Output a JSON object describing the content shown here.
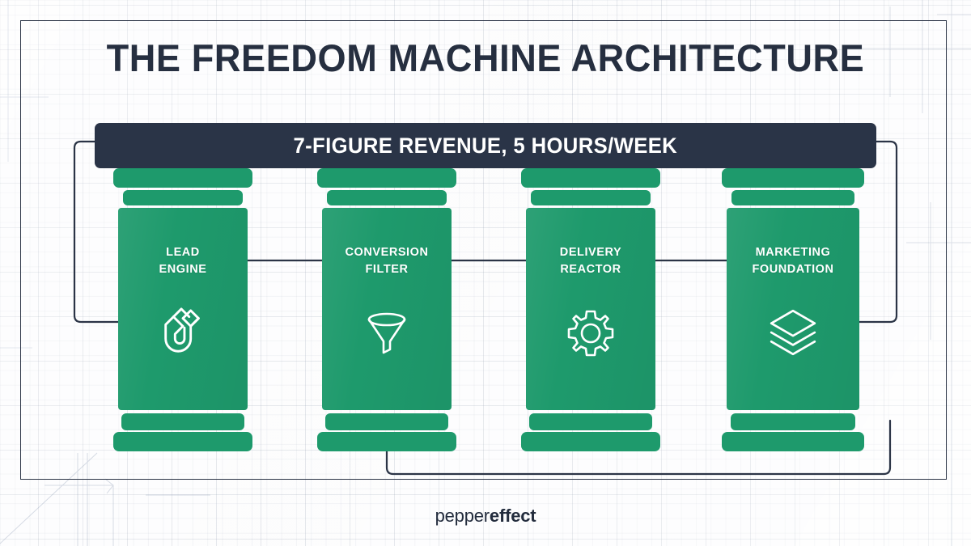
{
  "meta": {
    "colors": {
      "pillar_green": "#1e9a6c",
      "navy": "#2a3447",
      "title_navy": "#262f40",
      "background": "#fcfcfd",
      "wire": "#2b3446",
      "white": "#ffffff"
    }
  },
  "header": {
    "title": "THE FREEDOM MACHINE ARCHITECTURE"
  },
  "banner": {
    "text": "7-FIGURE REVENUE, 5 HOURS/WEEK"
  },
  "pillars": [
    {
      "id": "lead-engine",
      "label_line1": "LEAD",
      "label_line2": "ENGINE",
      "icon": "magnet-icon"
    },
    {
      "id": "conversion-filter",
      "label_line1": "CONVERSION",
      "label_line2": "FILTER",
      "icon": "funnel-icon"
    },
    {
      "id": "delivery-reactor",
      "label_line1": "DELIVERY",
      "label_line2": "REACTOR",
      "icon": "gear-icon"
    },
    {
      "id": "marketing-foundation",
      "label_line1": "MARKETING",
      "label_line2": "FOUNDATION",
      "icon": "layers-icon"
    }
  ],
  "footer": {
    "logo_light": "pepper",
    "logo_bold": "effect"
  }
}
